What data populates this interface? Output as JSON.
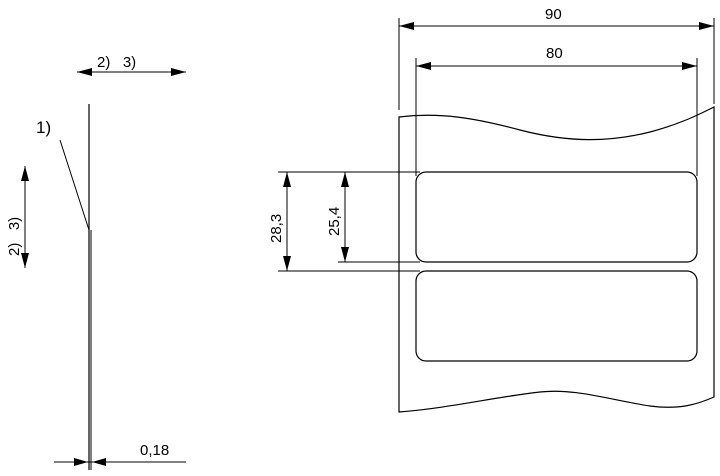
{
  "side_view": {
    "label_1": "1)",
    "label_23_top": "2)   3)",
    "label_23_left": "2)   3)",
    "thickness": "0,18"
  },
  "front_view": {
    "total_width": "90",
    "label_width": "80",
    "pitch": "28,3",
    "label_height": "25,4"
  }
}
